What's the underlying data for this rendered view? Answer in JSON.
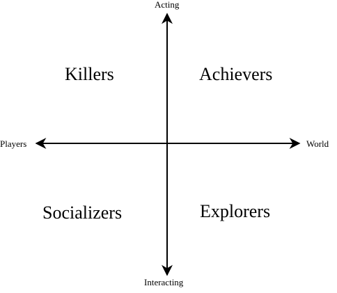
{
  "axes": {
    "top": "Acting",
    "bottom": "Interacting",
    "left": "Players",
    "right": "World"
  },
  "quadrants": {
    "top_left": "Killers",
    "top_right": "Achievers",
    "bottom_left": "Socializers",
    "bottom_right": "Explorers"
  },
  "colors": {
    "line": "#000000",
    "text": "#000000",
    "background": "#ffffff"
  }
}
